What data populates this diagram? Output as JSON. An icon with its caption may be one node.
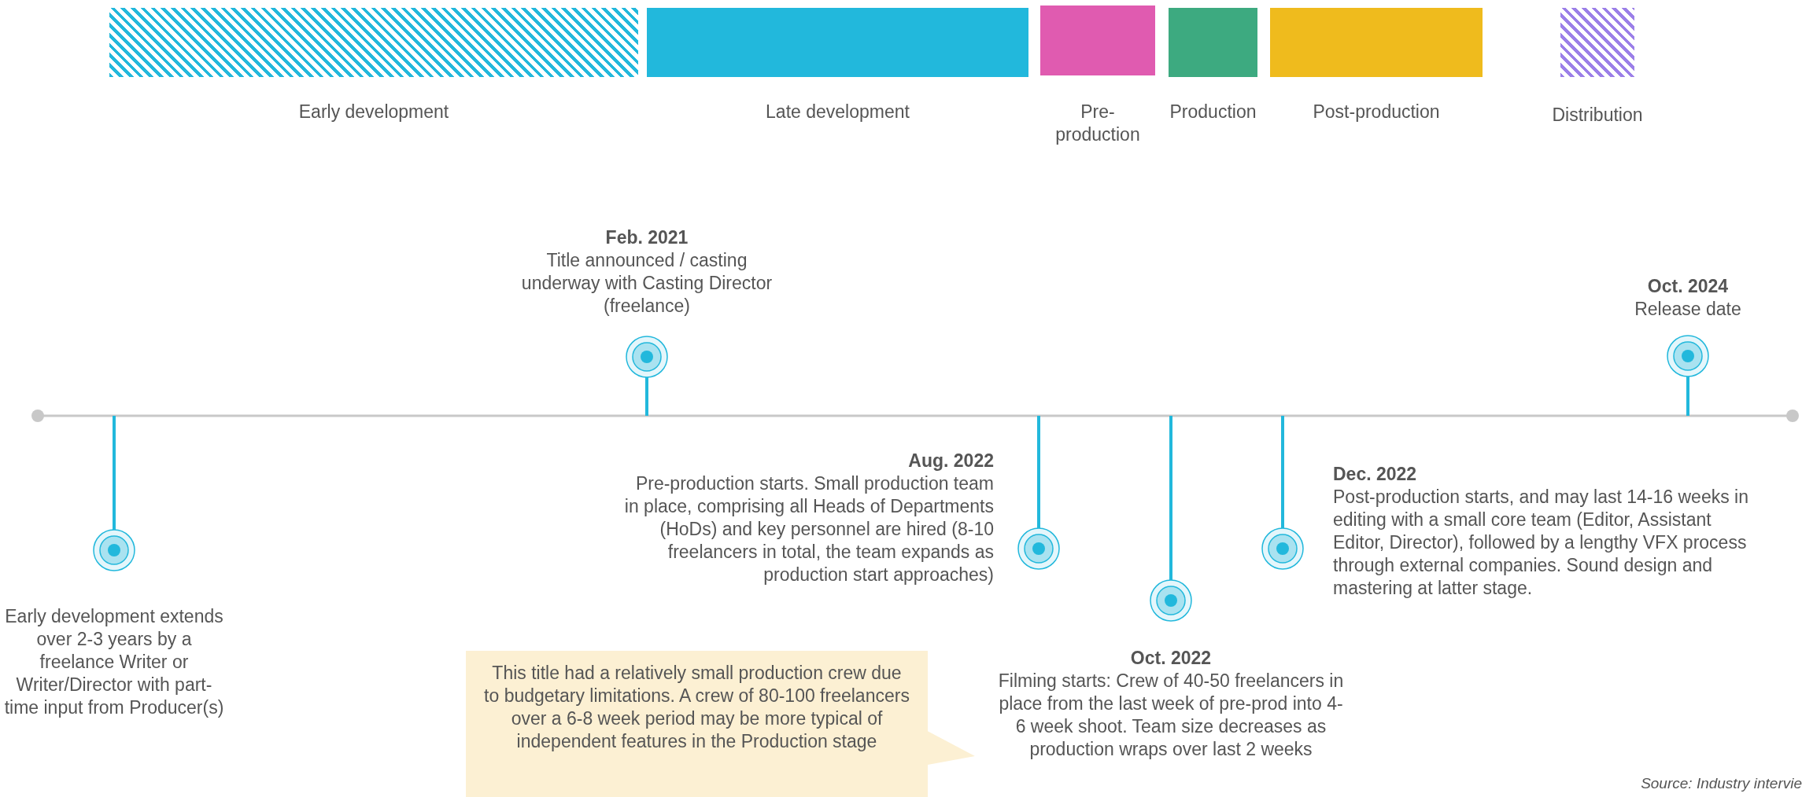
{
  "diagram": {
    "nodes": [
      {
        "text": [
          "Early development"
        ]
      },
      {
        "text": [
          "Late development"
        ]
      },
      {
        "text": [
          "Pre-production"
        ]
      },
      {
        "text": [
          "Production"
        ]
      },
      {
        "text": [
          "Post-production"
        ]
      },
      {
        "text": [
          "Distribution"
        ]
      },
      {
        "text": [
          "Early development extends over 2-3 years by a freelance Writer or Writer/Director with part-time input from Producer(s)"
        ]
      },
      {
        "text": [
          "Feb. 2021",
          "Title announced / casting underway with Casting Director (freelance)"
        ]
      },
      {
        "text": [
          "Aug. 2022",
          "Pre-production starts. Small production team in place, comprising all Heads of Departments (HoDs) and key personnel are hired (8-10 freelancers in total, the team expands as production start approaches)"
        ]
      },
      {
        "text": [
          "Oct. 2022",
          "Filming starts: Crew of 40-50 freelancers in place from the last week of pre-prod into 4-6 week shoot. Team size decreases as production wraps over last 2 weeks"
        ]
      },
      {
        "text": [
          "Dec. 2022",
          "Post-production starts, and may last 14-16 weeks in editing with a small core team (Editor, Assistant Editor, Director), followed by a lengthy VFX process through external companies. Sound design and mastering at latter stage."
        ]
      },
      {
        "text": [
          "Oct. 2024",
          "Release date"
        ]
      },
      {
        "text": [
          "This title had a relatively small production crew due to budgetary limitations. A crew of 80-100 freelancers over a 6-8 week period may be more typical of independent features in the Production stage"
        ]
      }
    ],
    "labels": [
      "Source: Industry intervie"
    ]
  }
}
